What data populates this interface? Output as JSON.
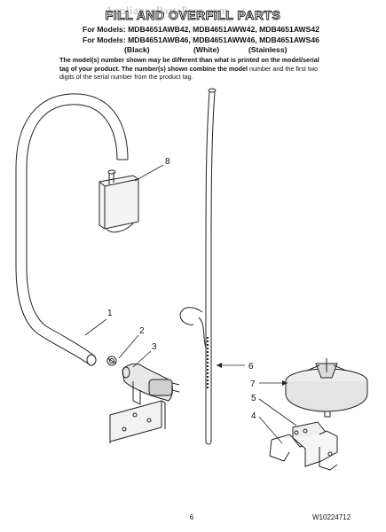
{
  "watermark": "AppliancePartsPros.com",
  "title": "FILL AND OVERFILL PARTS",
  "models_line1": "For Models: MDB4651AWB42, MDB4651AWW42, MDB4651AWS42",
  "models_line2": "For Models: MDB4651AWB46, MDB4651AWW46, MDB4651AWS46",
  "colors": [
    "(Black)",
    "(White)",
    "(Stainless)"
  ],
  "note_bold": "The model(s) number shown may be different than what is printed on the model/serial tag of your product. The number(s) shown combine the model",
  "note_plain": "number and the first two digits of the serial number from the product tag.",
  "callouts": [
    "1",
    "2",
    "3",
    "4",
    "5",
    "6",
    "7",
    "8"
  ],
  "page_number": "6",
  "document_number": "W10224712"
}
